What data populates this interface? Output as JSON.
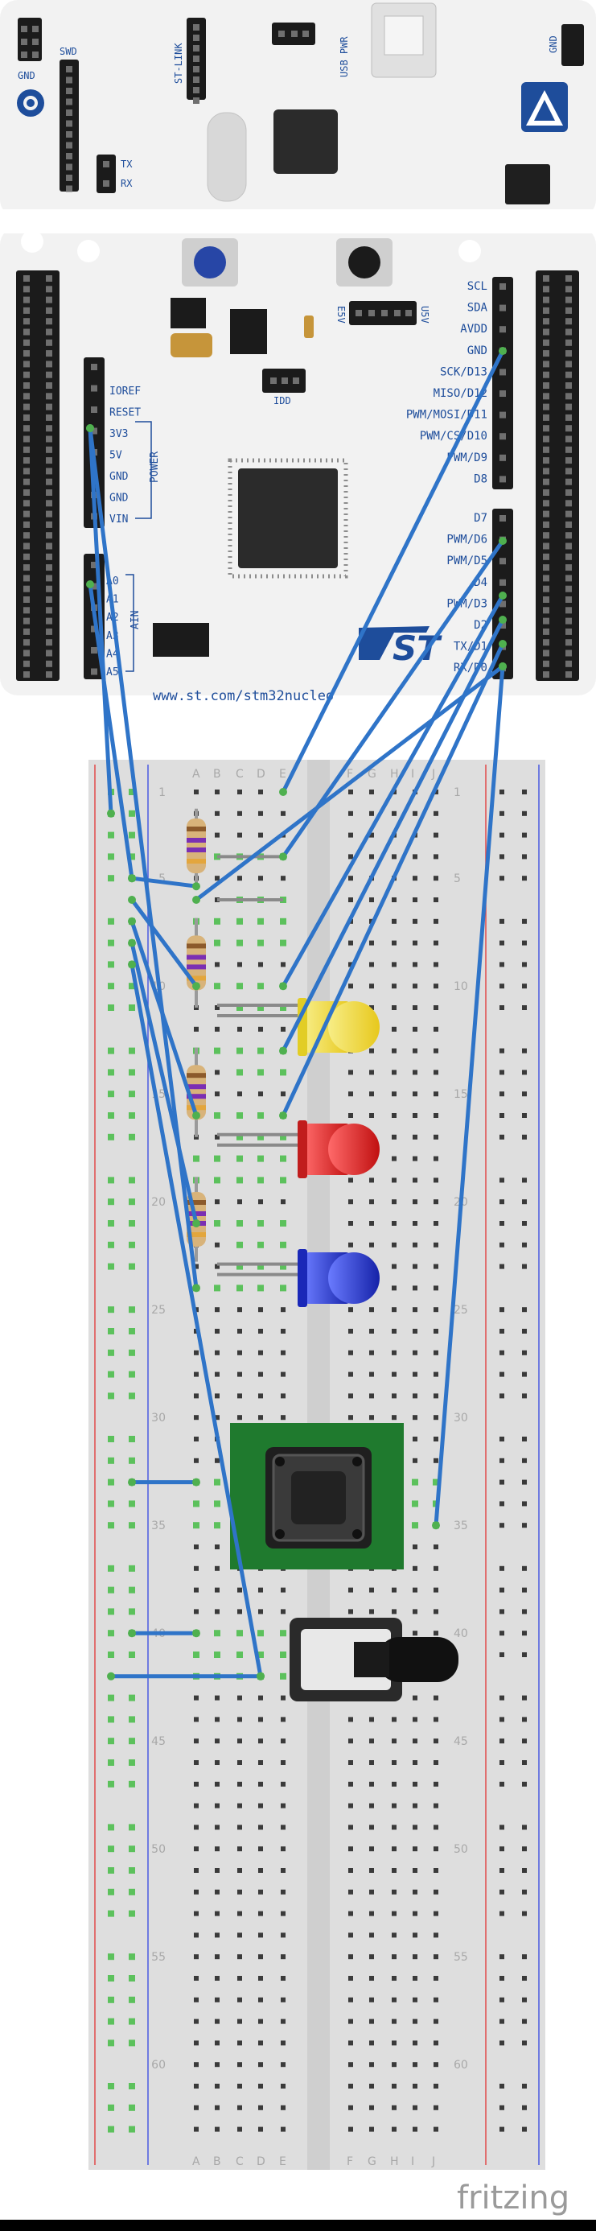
{
  "board": {
    "logo": "ST",
    "url": "www.st.com/stm32nucleo",
    "top_labels": {
      "gnd": "GND",
      "swd": "SWD",
      "st_link": "ST-LINK",
      "usb_pwr": "USB PWR",
      "gnd_right": "GND",
      "tx": "TX",
      "rx": "RX",
      "e5v": "E5V",
      "u5v": "U5V",
      "idd": "IDD"
    },
    "power_pins": [
      "IOREF",
      "RESET",
      "3V3",
      "5V",
      "GND",
      "GND",
      "VIN"
    ],
    "power_label": "POWER",
    "ain_pins": [
      "A0",
      "A1",
      "A2",
      "A3",
      "A4",
      "A5"
    ],
    "ain_label": "AIN",
    "right_pins_top": [
      "SCL",
      "SDA",
      "AVDD",
      "GND",
      "SCK/D13",
      "MISO/D12",
      "PWM/MOSI/D11",
      "PWM/CS/D10",
      "PWM/D9",
      "D8"
    ],
    "right_pins_bottom": [
      "D7",
      "PWM/D6",
      "PWM/D5",
      "D4",
      "PWM/D3",
      "D2",
      "TX/D1",
      "RX/D0"
    ]
  },
  "breadboard": {
    "cols_left": [
      "A",
      "B",
      "C",
      "D",
      "E"
    ],
    "cols_right": [
      "F",
      "G",
      "H",
      "I",
      "J"
    ],
    "row_numbers": [
      "1",
      "5",
      "10",
      "15",
      "20",
      "25",
      "30",
      "35",
      "40",
      "45",
      "50",
      "55",
      "60"
    ]
  },
  "components": {
    "led_colors": [
      "#f3e23a",
      "#e02424",
      "#2a3ed8"
    ],
    "pcb_color": "#1f7a2e",
    "wire_color": "#2f74c8"
  },
  "brand": "fritzing"
}
